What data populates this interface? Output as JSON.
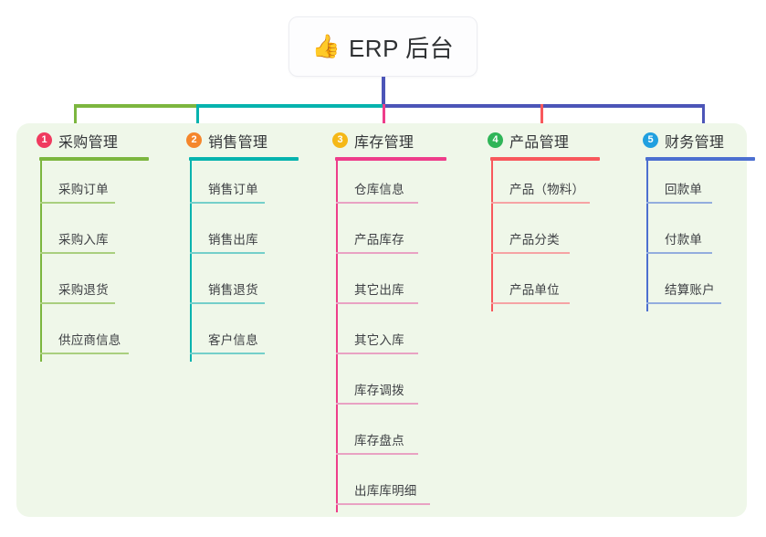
{
  "root": {
    "icon": "thumbs-up-icon",
    "emoji": "👍",
    "title": "ERP 后台"
  },
  "palette": {
    "panel_bg": "#eff7e9",
    "page_bg": "#ffffff",
    "root_stem": "#4c55b8",
    "bar_left": "#7cb63f",
    "bar_mid": "#06b3ae",
    "bar_right": "#4c55b8"
  },
  "columns": [
    {
      "number": "1",
      "title": "采购管理",
      "badge_color": "#f03a5f",
      "line_color": "#7cb63f",
      "rule_color": "#a9cf7e",
      "rule_width": 120,
      "items": [
        {
          "label": "采购订单",
          "rule_width": 82
        },
        {
          "label": "采购入库",
          "rule_width": 82
        },
        {
          "label": "采购退货",
          "rule_width": 82
        },
        {
          "label": "供应商信息",
          "rule_width": 97
        }
      ]
    },
    {
      "number": "2",
      "title": "销售管理",
      "badge_color": "#f5862b",
      "line_color": "#06b3ae",
      "rule_color": "#74cfca",
      "rule_width": 120,
      "items": [
        {
          "label": "销售订单",
          "rule_width": 82
        },
        {
          "label": "销售出库",
          "rule_width": 82
        },
        {
          "label": "销售退货",
          "rule_width": 82
        },
        {
          "label": "客户信息",
          "rule_width": 82
        }
      ]
    },
    {
      "number": "3",
      "title": "库存管理",
      "badge_color": "#f5b817",
      "line_color": "#ee3d8a",
      "rule_color": "#e9a2c3",
      "rule_width": 122,
      "items": [
        {
          "label": "仓库信息",
          "rule_width": 90
        },
        {
          "label": "产品库存",
          "rule_width": 90
        },
        {
          "label": "其它出库",
          "rule_width": 90
        },
        {
          "label": "其它入库",
          "rule_width": 90
        },
        {
          "label": "库存调拨",
          "rule_width": 90
        },
        {
          "label": "库存盘点",
          "rule_width": 90
        },
        {
          "label": "出库库明细",
          "rule_width": 103
        }
      ]
    },
    {
      "number": "4",
      "title": "产品管理",
      "badge_color": "#30b558",
      "line_color": "#f8585c",
      "rule_color": "#f6a3a4",
      "rule_width": 120,
      "items": [
        {
          "label": "产品（物料）",
          "rule_width": 108
        },
        {
          "label": "产品分类",
          "rule_width": 86
        },
        {
          "label": "产品单位",
          "rule_width": 86
        }
      ]
    },
    {
      "number": "5",
      "title": "财务管理",
      "badge_color": "#21a0e0",
      "line_color": "#4c6fd0",
      "rule_color": "#93adde",
      "rule_width": 120,
      "items": [
        {
          "label": "回款单",
          "rule_width": 72
        },
        {
          "label": "付款单",
          "rule_width": 72
        },
        {
          "label": "结算账户",
          "rule_width": 82
        }
      ]
    }
  ]
}
